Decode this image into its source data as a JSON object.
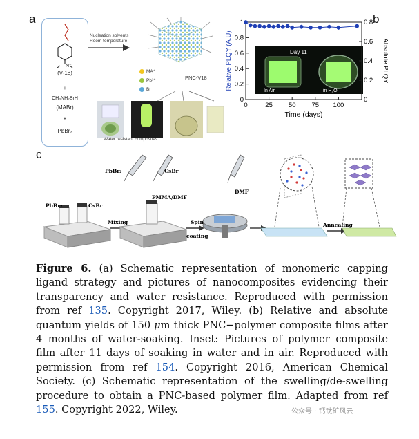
{
  "panels": {
    "a": {
      "letter": "a",
      "labels": {
        "ligand": "(V-18)",
        "plus1": "+",
        "mabr_formula": "CH₃NH₂BrH",
        "mabr": "(MABr)",
        "plus2": "+",
        "pbbr2": "PbBr₂",
        "nucleation": "Nucleation solvents",
        "room_temp": "Room temperature",
        "legend_ma": "MA⁺",
        "legend_pb": "Pb²⁺",
        "legend_br": "Br⁻",
        "pnc": "PNC-V18",
        "water_resistant": "Water resistant composites"
      },
      "colors": {
        "ma": "#f2c61f",
        "pb": "#9bc53d",
        "br": "#5aa7d8"
      }
    },
    "b": {
      "letter": "b",
      "inset_title": "Day 11",
      "inset_left": "In Air",
      "inset_right": "in H₂O"
    },
    "c": {
      "letter": "c",
      "labels": {
        "pbbr2_top": "PbBr₂",
        "csbr_top": "CsBr",
        "pbbr2": "PbBr₂",
        "csbr": "CsBr",
        "mixing": "Mixing",
        "pmma_dmf": "PMMA/DMF",
        "spin": "Spin",
        "coating": "coating",
        "dmf": "DMF",
        "annealing": "Annealing"
      }
    }
  },
  "chart_data": {
    "type": "scatter",
    "xlabel": "Time (days)",
    "ylabel": "Relative PLQY (A.U)",
    "y2label": "Absolute PLQY",
    "xlim": [
      0,
      125
    ],
    "ylim": [
      0,
      1.0
    ],
    "y2lim": [
      0,
      0.8
    ],
    "xticks": [
      "0",
      "25",
      "50",
      "75",
      "100"
    ],
    "yticks": [
      "0",
      "0.2",
      "0.4",
      "0.6",
      "0.8",
      "1"
    ],
    "y2ticks": [
      "0",
      "0.2",
      "0.4",
      "0.6",
      "0.8"
    ],
    "series": [
      {
        "color": "#1f3fb5",
        "x": [
          0,
          5,
          10,
          15,
          20,
          25,
          30,
          35,
          40,
          45,
          50,
          60,
          70,
          80,
          90,
          100,
          120
        ],
        "y": [
          1.0,
          0.96,
          0.95,
          0.95,
          0.94,
          0.95,
          0.94,
          0.95,
          0.94,
          0.95,
          0.93,
          0.94,
          0.93,
          0.93,
          0.94,
          0.93,
          0.95
        ]
      }
    ]
  },
  "caption": {
    "fig_label": "Figure 6.",
    "p1": " (a) Schematic representation of monomeric capping ligand strategy and pictures of nanocomposites evidencing their transparency and water resistance. Reproduced with permission from ref ",
    "r1": "135",
    "p2": ". Copyright 2017, Wiley. (b) Relative and absolute quantum yields of 150 ",
    "mu": "μ",
    "p3": "m thick PNC−polymer composite films after 4 months of water-soaking. Inset: Pictures of polymer composite film after 11 days of soaking in water and in air. Reproduced with permission from ref ",
    "r2": "154",
    "p4": ". Copyright 2016, American Chemical Society. (c) Schematic representation of the swelling/de-swelling procedure to obtain a PNC-based polymer film. Adapted from ref ",
    "r3": "155",
    "p5": ". Copyright 2022, Wiley."
  },
  "watermark": "公众号 · 钙钛矿风云"
}
